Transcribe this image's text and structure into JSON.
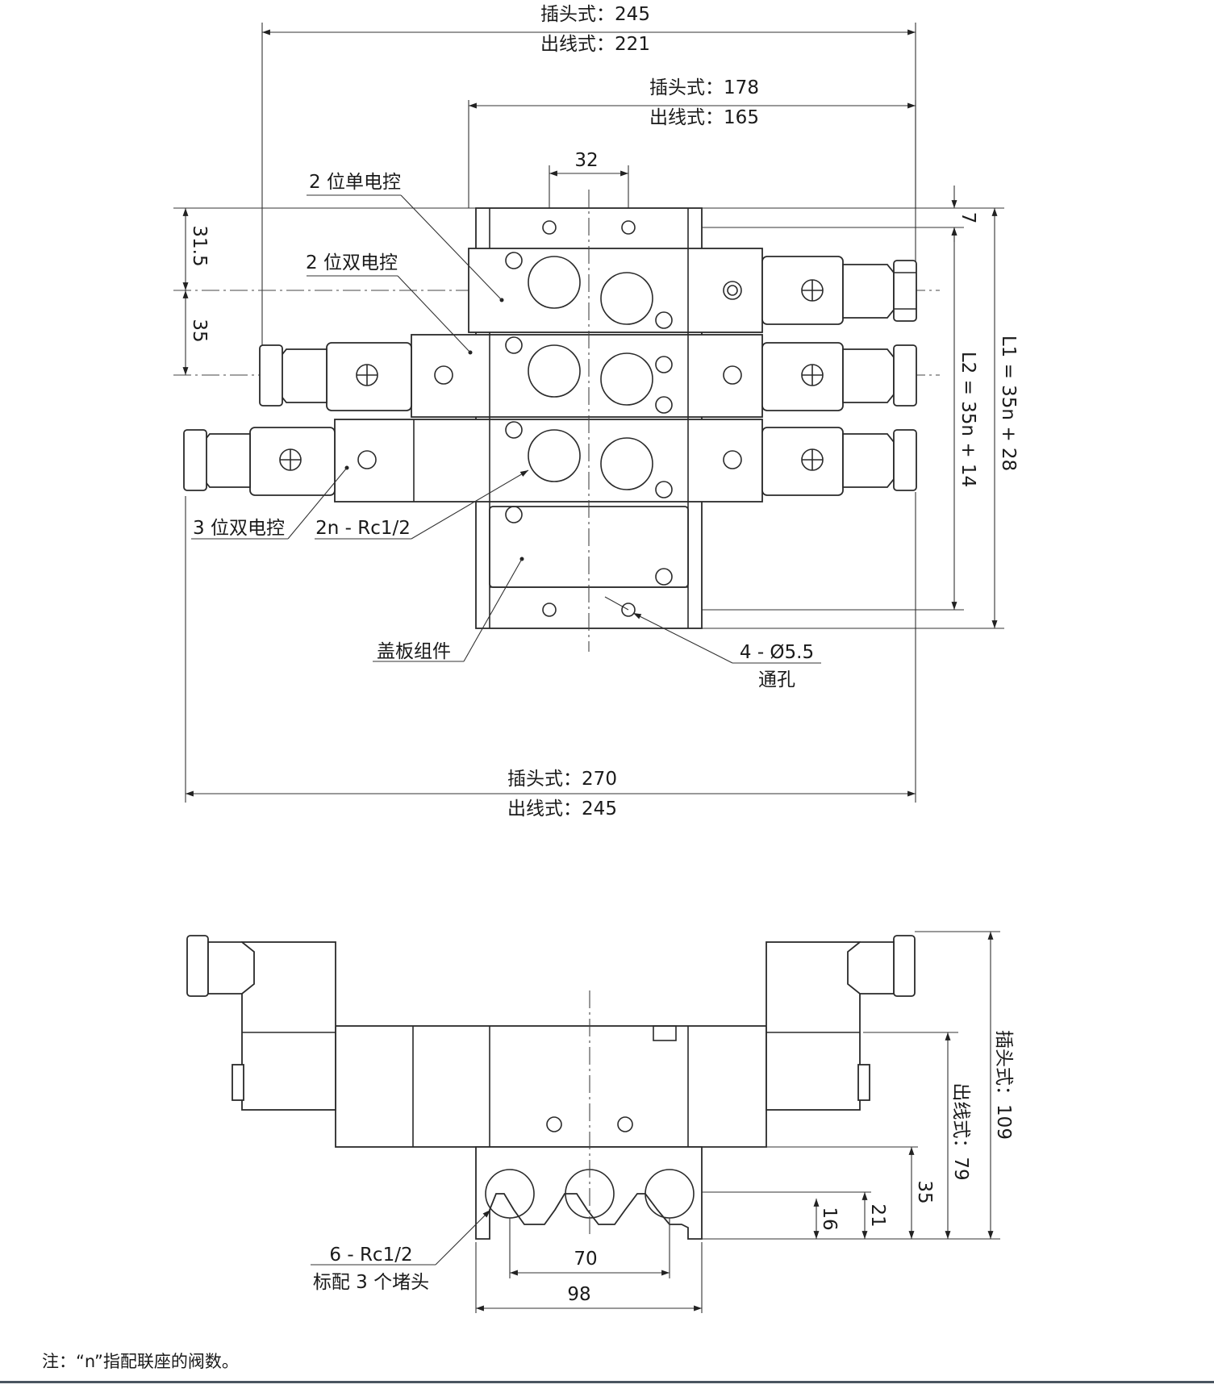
{
  "top_view": {
    "overall_width": {
      "plug": "插头式：245",
      "wire": "出线式：221"
    },
    "valve_width": {
      "plug": "插头式：178",
      "wire": "出线式：165"
    },
    "hole_pitch": "32",
    "offset_top": "7",
    "pitch_first": "31.5",
    "pitch": "35",
    "l2_formula": "L2 = 35n + 14",
    "l1_formula": "L1 = 35n + 28",
    "single_solenoid": "2 位单电控",
    "double_solenoid_2pos": "2 位双电控",
    "double_solenoid_3pos": "3 位双电控",
    "port_thread": "2n - Rc1/2",
    "cover_plate": "盖板组件",
    "mount_holes": "4 - Ø5.5",
    "through_hole": "通孔",
    "total_width": {
      "plug": "插头式：270",
      "wire": "出线式：245"
    }
  },
  "front_view": {
    "height_plug": "插头式：109",
    "height_wire": "出线式：79",
    "height_35": "35",
    "height_21": "21",
    "height_16": "16",
    "ports": "6 - Rc1/2",
    "plugs": "标配 3 个堵头",
    "pitch_70": "70",
    "width_98": "98"
  },
  "note": "注：“n”指配联座的阀数。"
}
